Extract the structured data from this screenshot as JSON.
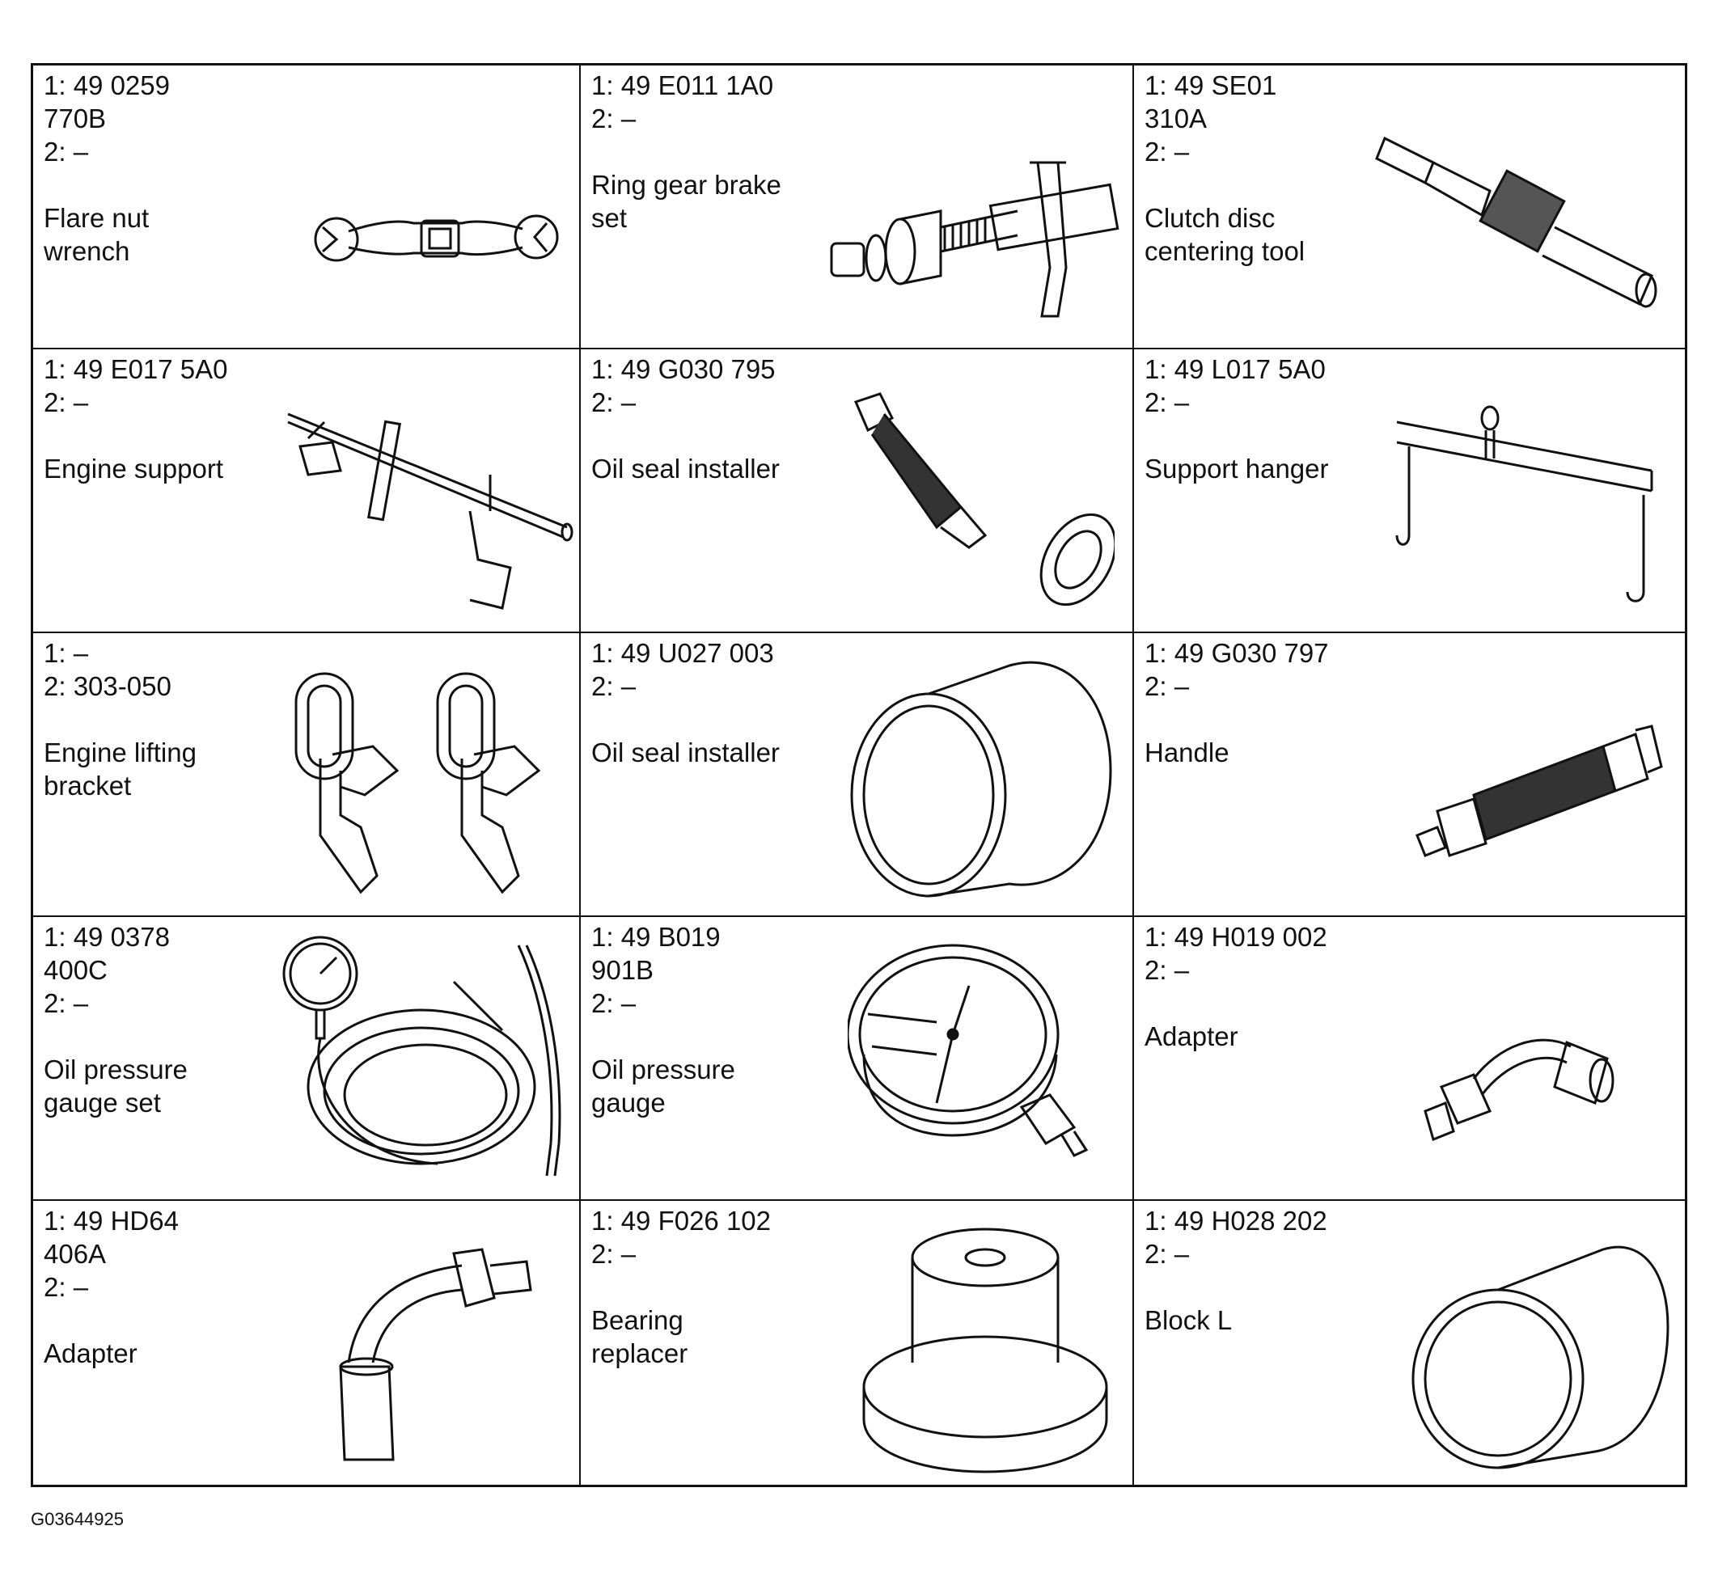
{
  "tools": [
    {
      "line1": "1: 49 0259",
      "line2": "770B",
      "line3": "2: –",
      "name1": "Flare nut",
      "name2": "wrench",
      "icon": "flare-nut-wrench-icon"
    },
    {
      "line1": "1: 49 E011 1A0",
      "line2": "2: –",
      "name1": "Ring gear brake",
      "name2": "set",
      "icon": "ring-gear-brake-set-icon"
    },
    {
      "line1": "1: 49 SE01",
      "line2": "310A",
      "line3": "2: –",
      "name1": "Clutch disc",
      "name2": "centering tool",
      "icon": "clutch-disc-centering-tool-icon"
    },
    {
      "line1": "1: 49 E017 5A0",
      "line2": "2: –",
      "name1": "Engine support",
      "icon": "engine-support-icon"
    },
    {
      "line1": "1: 49 G030 795",
      "line2": "2: –",
      "name1": "Oil seal installer",
      "icon": "oil-seal-installer-icon"
    },
    {
      "line1": "1: 49 L017 5A0",
      "line2": "2: –",
      "name1": "Support hanger",
      "icon": "support-hanger-icon"
    },
    {
      "line1": "1: –",
      "line2": "2: 303-050",
      "name1": "Engine lifting",
      "name2": "bracket",
      "icon": "engine-lifting-bracket-icon"
    },
    {
      "line1": "1: 49 U027 003",
      "line2": "2: –",
      "name1": "Oil seal installer",
      "icon": "oil-seal-installer-sleeve-icon"
    },
    {
      "line1": "1: 49 G030 797",
      "line2": "2: –",
      "name1": "Handle",
      "icon": "handle-icon"
    },
    {
      "line1": "1: 49 0378",
      "line2": "400C",
      "line3": "2: –",
      "name1": "Oil pressure",
      "name2": "gauge set",
      "icon": "oil-pressure-gauge-set-icon"
    },
    {
      "line1": "1: 49 B019",
      "line2": "901B",
      "line3": "2: –",
      "name1": "Oil pressure",
      "name2": "gauge",
      "icon": "oil-pressure-gauge-icon"
    },
    {
      "line1": "1: 49 H019 002",
      "line2": "2: –",
      "name1": "Adapter",
      "icon": "adapter-icon"
    },
    {
      "line1": "1: 49 HD64",
      "line2": "406A",
      "line3": "2: –",
      "name1": "Adapter",
      "icon": "adapter-elbow-icon"
    },
    {
      "line1": "1: 49 F026 102",
      "line2": "2: –",
      "name1": "Bearing",
      "name2": "replacer",
      "icon": "bearing-replacer-icon"
    },
    {
      "line1": "1: 49 H028 202",
      "line2": "2: –",
      "name1": "Block L",
      "icon": "block-l-icon"
    }
  ],
  "figure_id": "G03644925"
}
